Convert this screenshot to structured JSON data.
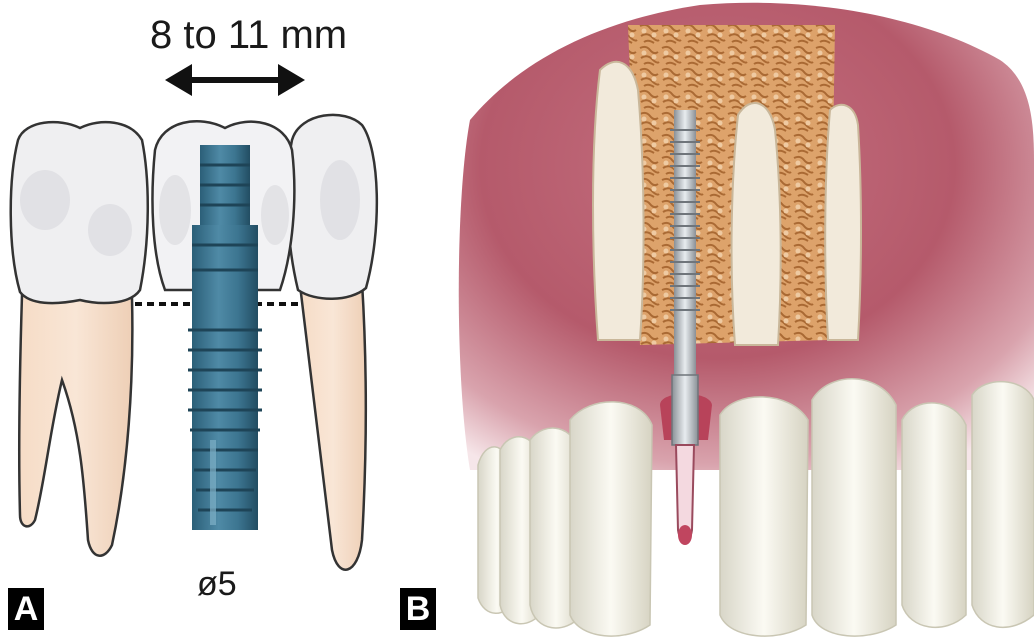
{
  "panel_a": {
    "badge": "A",
    "dimension_label": "8 to 11 mm",
    "diameter_label": "ø5"
  },
  "panel_b": {
    "badge": "B"
  }
}
